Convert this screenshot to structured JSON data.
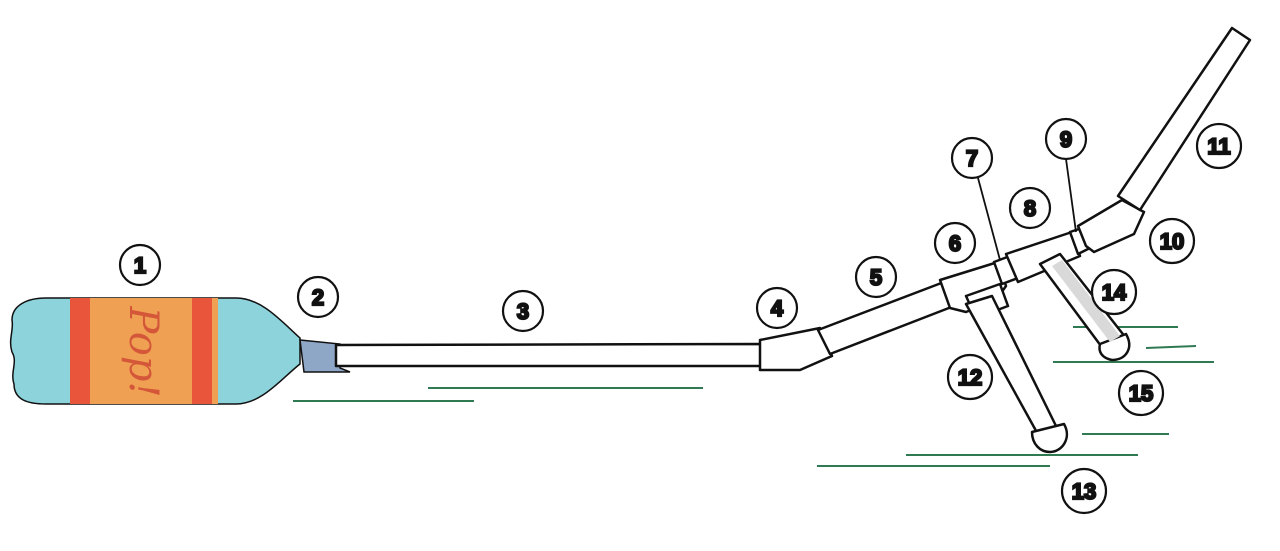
{
  "diagram": {
    "bottle": {
      "brand_text": "Pop!"
    },
    "colors": {
      "bottle_blue": "#8dd3dc",
      "label_orange": "#f0a052",
      "label_red": "#e8553a",
      "bottle_text": "#d4573a",
      "connector_blue": "#8ea7c6",
      "ground_green": "#2f7a52",
      "pipe_fill": "#ffffff",
      "outline": "#111111"
    },
    "labels": [
      "1",
      "2",
      "3",
      "4",
      "5",
      "6",
      "7",
      "8",
      "9",
      "10",
      "11",
      "12",
      "13",
      "14",
      "15"
    ]
  }
}
